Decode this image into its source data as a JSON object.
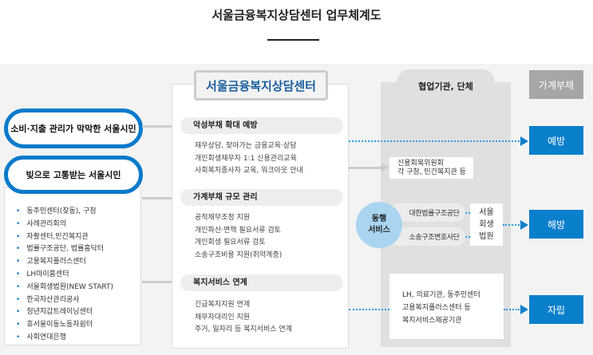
{
  "title": "서울금융복지상담센터 업무체계도",
  "left": {
    "pill1": "소비·지출 관리가 막막한 서울시민",
    "pill2": "빚으로 고통받는 서울시민",
    "items": [
      "동주민센터(찾동), 구청",
      "사례관리회의",
      "자활센터,민간복지관",
      "법률구조공단, 법률홈닥터",
      "고용복지플러스센터",
      "LH마이홈센터",
      "서울회생법원(NEW START)",
      "한국자산관리공사",
      "청년지갑트레이닝센터",
      "휴서울이동노동자쉼터",
      "사회연대은행"
    ]
  },
  "center": {
    "header": "서울금융복지상담센터",
    "sections": [
      {
        "title": "악성부채 확대 예방",
        "items": [
          "재무상담, 찾아가는 금융교육·상담",
          "개인회생채무자 1:1 신용관리교육",
          "사회복지종사자 교육, 워크아웃 안내"
        ]
      },
      {
        "title": "가계부채 규모 관리",
        "items": [
          "공적채무조정 지원",
          "개인파산·면책 필요서류 검토",
          "개인회생 필요서류 검토",
          "소송구조비용 지원(취약계층)"
        ]
      },
      {
        "title": "복지서비스 연계",
        "items": [
          "긴급복지지원 연계",
          "채무자대리인 지원",
          "주거, 일자리 등 복지서비스 연계"
        ]
      }
    ]
  },
  "partners": {
    "header": "협업기관, 단체",
    "box1": [
      "신용회복위원회",
      "각 구청, 민간복지관 등"
    ],
    "service": [
      "동행",
      "서비스"
    ],
    "pill1": "대한법률구조공단",
    "pill2": "소송구조변호사단",
    "court": [
      "서울",
      "회생",
      "법원"
    ],
    "box3": [
      "LH, 의료기관, 동주민센터",
      "고용복지플러스센터 등",
      "복지서비스제공기관"
    ]
  },
  "outcomes": {
    "header": "가계부채",
    "items": [
      "예방",
      "해방",
      "자립"
    ]
  },
  "colors": {
    "blue": "#0a7fcc",
    "header_grey": "#a6a6a6"
  }
}
